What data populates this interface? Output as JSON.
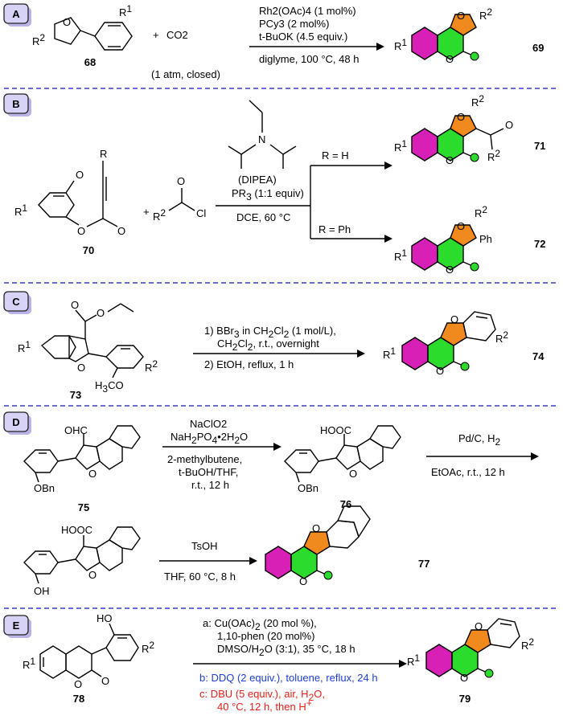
{
  "sections": {
    "A": {
      "label": "A",
      "reactant_compound": "68",
      "reagent_co2": "CO2",
      "plus": "+",
      "co2_condition": "(1 atm, closed)",
      "conditions": [
        "Rh2(OAc)4 (1 mol%)",
        "PCy3 (2 mol%)",
        "t-BuOK (4.5 equiv.)",
        "diglyme, 100 °C, 48 h"
      ],
      "product_compound": "69",
      "substituents": {
        "r1": "R1",
        "r2": "R2"
      }
    },
    "B": {
      "label": "B",
      "reactant_compound": "70",
      "plus": "+",
      "acyl_chloride_cl": "Cl",
      "amine_name": "(DIPEA)",
      "conditions": [
        "PR3 (1:1 equiv)",
        "DCE, 60 °C"
      ],
      "branch_top": "R = H",
      "branch_bottom": "R = Ph",
      "product_top_compound": "71",
      "product_bottom_compound": "72",
      "ph_label": "Ph"
    },
    "C": {
      "label": "C",
      "reactant_compound": "73",
      "methoxy_label": "H3CO",
      "conditions": [
        "1) BBr3 in CH2Cl2 (1 mol/L),",
        "CH2Cl2, r.t., overnight",
        "2) EtOH, reflux, 1 h"
      ],
      "product_compound": "74"
    },
    "D": {
      "label": "D",
      "step1": {
        "reactant_compound": "75",
        "aldehyde_label": "OHC",
        "obn_label": "OBn",
        "conditions_top": [
          "NaClO2",
          "NaH2PO4•2H2O"
        ],
        "conditions_bottom": [
          "2-methylbutene,",
          "t-BuOH/THF,",
          "r.t., 12 h"
        ],
        "product_compound": "76",
        "acid_label": "HOOC"
      },
      "step2": {
        "conditions_top": "Pd/C, H2",
        "conditions_bottom": "EtOAc, r.t., 12 h"
      },
      "step3": {
        "acid_label": "HOOC",
        "oh_label": "OH",
        "conditions_top": "TsOH",
        "conditions_bottom": "THF, 60 °C, 8 h",
        "product_compound": "77"
      }
    },
    "E": {
      "label": "E",
      "reactant_compound": "78",
      "ho_label": "HO",
      "conditions_a": [
        "a: Cu(OAc)2 (20 mol %),",
        "1,10-phen (20 mol%)",
        "DMSO/H2O (3:1), 35 °C, 18 h"
      ],
      "conditions_b": "b: DDQ (2 equiv.), toluene, reflux, 24 h",
      "conditions_c": [
        "c: DBU (5 equiv.), air, H2O,",
        "40 °C, 12 h, then H+"
      ],
      "product_compound": "79"
    }
  },
  "atoms": {
    "O": "O",
    "N": "N",
    "R": "R",
    "R1": "R1",
    "R2": "R2"
  },
  "colors": {
    "benzene_ring": "#d81fb6",
    "lactone_ring": "#2cdc2c",
    "furan_ring": "#f08a1e",
    "divider": "#3a3ac8",
    "badge": "#d7d3f6",
    "condition_b": "#1f3dd6",
    "condition_c": "#e8201a"
  }
}
